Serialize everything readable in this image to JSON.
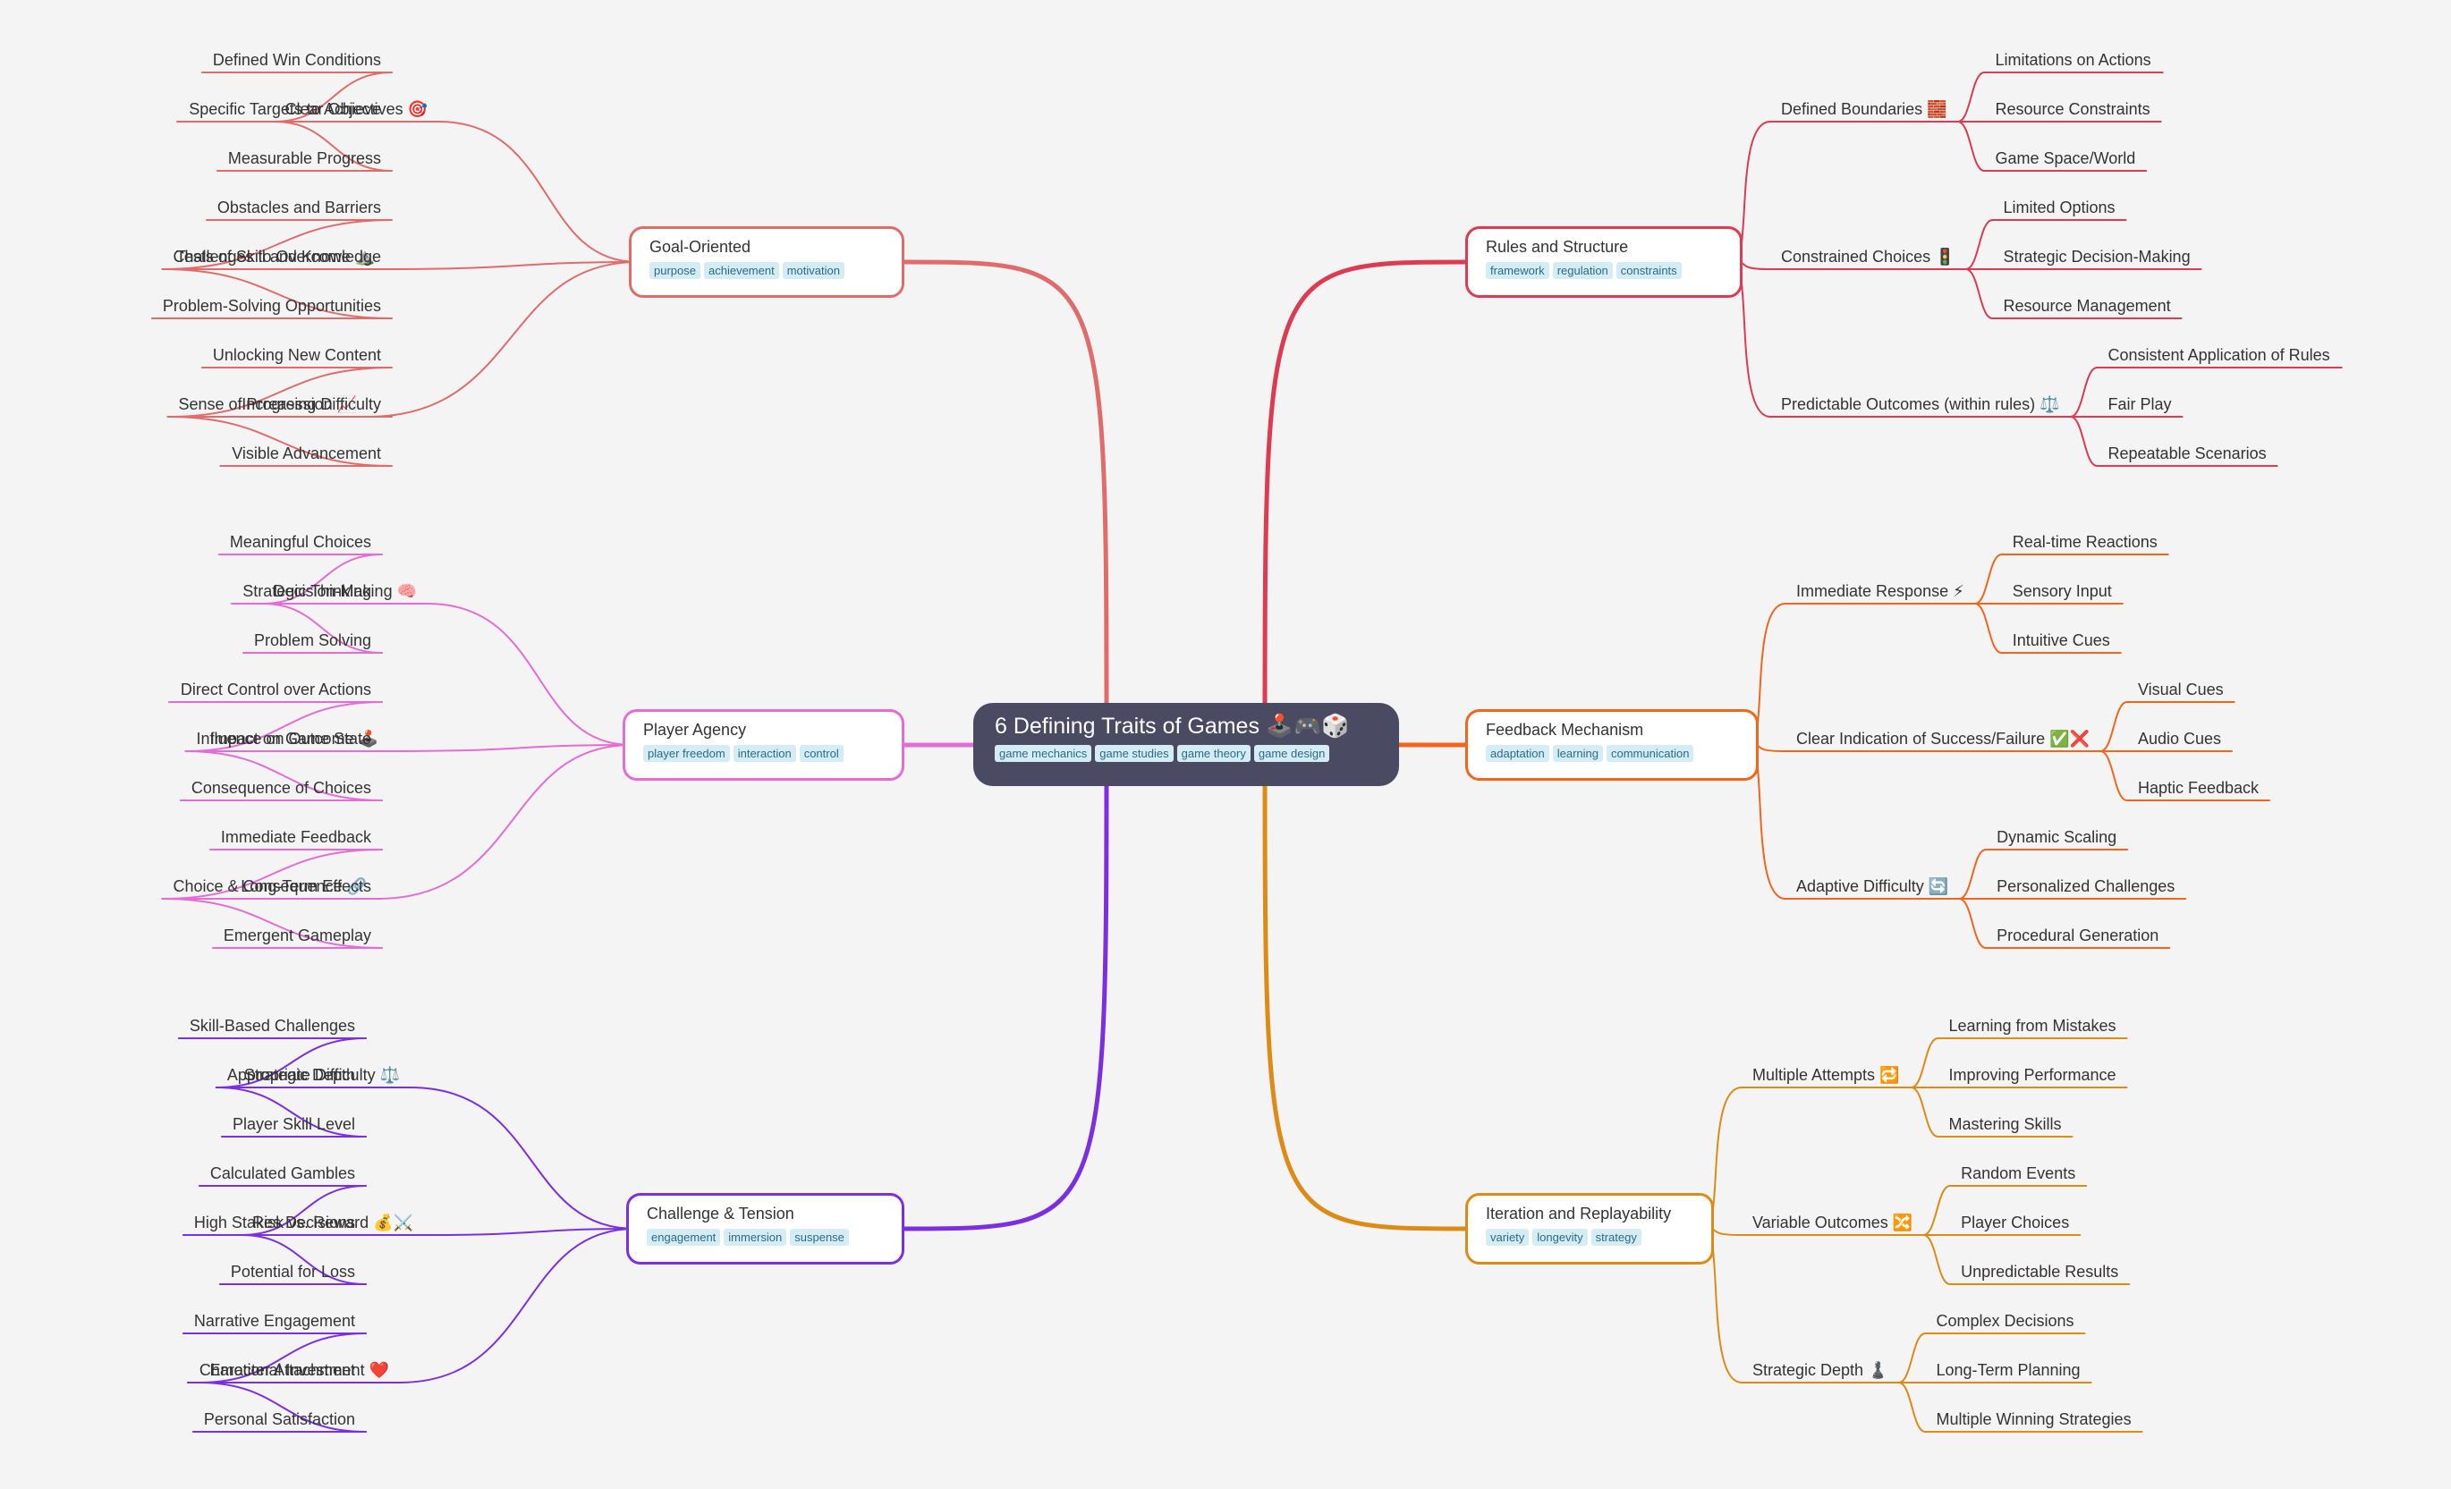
{
  "central": {
    "title": "6 Defining Traits of Games 🕹️🎮🎲",
    "tags": [
      "game mechanics",
      "game studies",
      "game theory",
      "game design"
    ]
  },
  "branches": [
    {
      "id": "goal",
      "side": "left",
      "color": "#e06b6b",
      "title": "Goal-Oriented",
      "tags": [
        "purpose",
        "achievement",
        "motivation"
      ],
      "children": [
        {
          "label": "Clear Objectives 🎯",
          "leaves": [
            "Defined Win Conditions",
            "Specific Targets to Achieve",
            "Measurable Progress"
          ]
        },
        {
          "label": "Challenges to Overcome ⛰️",
          "leaves": [
            "Obstacles and Barriers",
            "Tests of Skill and Knowledge",
            "Problem-Solving Opportunities"
          ]
        },
        {
          "label": "Sense of Progression 📈",
          "leaves": [
            "Unlocking New Content",
            "Increasing Difficulty",
            "Visible Advancement"
          ]
        }
      ]
    },
    {
      "id": "agency",
      "side": "left",
      "color": "#e36cd6",
      "title": "Player Agency",
      "tags": [
        "player freedom",
        "interaction",
        "control"
      ],
      "children": [
        {
          "label": "Decision-Making 🧠",
          "leaves": [
            "Meaningful Choices",
            "Strategic Thinking",
            "Problem Solving"
          ]
        },
        {
          "label": "Influence on Outcome 🕹️",
          "leaves": [
            "Direct Control over Actions",
            "Impact on Game State",
            "Consequence of Choices"
          ]
        },
        {
          "label": "Choice & Consequence 🔗",
          "leaves": [
            "Immediate Feedback",
            "Long-Term Effects",
            "Emergent Gameplay"
          ]
        }
      ]
    },
    {
      "id": "challenge",
      "side": "left",
      "color": "#7b2fe0",
      "title": "Challenge & Tension",
      "tags": [
        "engagement",
        "immersion",
        "suspense"
      ],
      "children": [
        {
          "label": "Appropriate Difficulty ⚖️",
          "leaves": [
            "Skill-Based Challenges",
            "Strategic Depth",
            "Player Skill Level"
          ]
        },
        {
          "label": "Risk vs. Reward 💰⚔️",
          "leaves": [
            "Calculated Gambles",
            "High Stakes Decisions",
            "Potential for Loss"
          ]
        },
        {
          "label": "Emotional Investment ❤️",
          "leaves": [
            "Narrative Engagement",
            "Character Attachment",
            "Personal Satisfaction"
          ]
        }
      ]
    },
    {
      "id": "rules",
      "side": "right",
      "color": "#dc3b52",
      "title": "Rules and Structure",
      "tags": [
        "framework",
        "regulation",
        "constraints"
      ],
      "children": [
        {
          "label": "Defined Boundaries 🧱",
          "leaves": [
            "Limitations on Actions",
            "Resource Constraints",
            "Game Space/World"
          ]
        },
        {
          "label": "Constrained Choices 🚦",
          "leaves": [
            "Limited Options",
            "Strategic Decision-Making",
            "Resource Management"
          ]
        },
        {
          "label": "Predictable Outcomes (within rules) ⚖️",
          "leaves": [
            "Consistent Application of Rules",
            "Fair Play",
            "Repeatable Scenarios"
          ]
        }
      ]
    },
    {
      "id": "feedback",
      "side": "right",
      "color": "#f2661c",
      "title": "Feedback Mechanism",
      "tags": [
        "adaptation",
        "learning",
        "communication"
      ],
      "children": [
        {
          "label": "Immediate Response ⚡",
          "leaves": [
            "Real-time Reactions",
            "Sensory Input",
            "Intuitive Cues"
          ]
        },
        {
          "label": "Clear Indication of Success/Failure ✅❌",
          "leaves": [
            "Visual Cues",
            "Audio Cues",
            "Haptic Feedback"
          ]
        },
        {
          "label": "Adaptive Difficulty 🔄",
          "leaves": [
            "Dynamic Scaling",
            "Personalized Challenges",
            "Procedural Generation"
          ]
        }
      ]
    },
    {
      "id": "iteration",
      "side": "right",
      "color": "#de8a16",
      "title": "Iteration and Replayability",
      "tags": [
        "variety",
        "longevity",
        "strategy"
      ],
      "children": [
        {
          "label": "Multiple Attempts 🔁",
          "leaves": [
            "Learning from Mistakes",
            "Improving Performance",
            "Mastering Skills"
          ]
        },
        {
          "label": "Variable Outcomes 🔀",
          "leaves": [
            "Random Events",
            "Player Choices",
            "Unpredictable Results"
          ]
        },
        {
          "label": "Strategic Depth ♟️",
          "leaves": [
            "Complex Decisions",
            "Long-Term Planning",
            "Multiple Winning Strategies"
          ]
        }
      ]
    }
  ]
}
